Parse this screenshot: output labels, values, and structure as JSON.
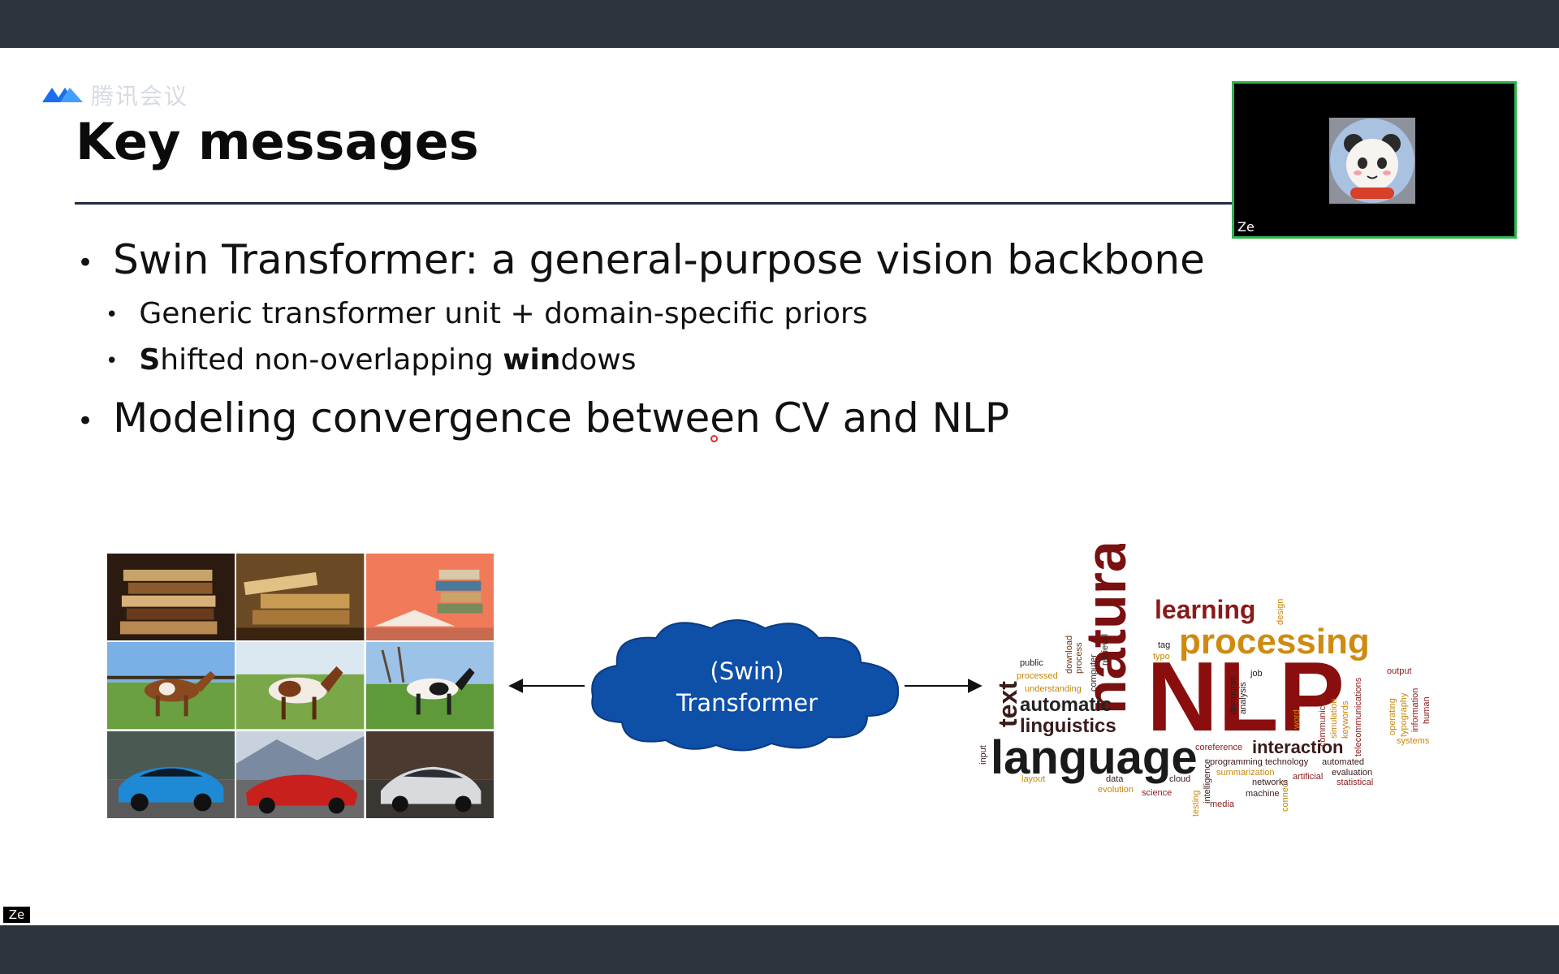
{
  "app": {
    "logo_text": "腾讯会议"
  },
  "slide": {
    "title": "Key messages",
    "bullets": [
      {
        "text": "Swin Transformer: a general-purpose vision backbone"
      },
      {
        "text": "Modeling convergence between CV and NLP"
      }
    ],
    "sub_bullets": [
      {
        "text": "Generic transformer unit + domain-specific priors"
      },
      {
        "s_bold": "S",
        "s_rest": "hifted non-overlapping ",
        "win_bold": "win",
        "tail": "dows"
      }
    ],
    "cloud_text_line1": "(Swin)",
    "cloud_text_line2": "Transformer",
    "word_cloud": {
      "big": [
        "natural",
        "NLP",
        "language",
        "processing",
        "learning",
        "text",
        "automatic",
        "linguistics",
        "interaction"
      ],
      "small": [
        "public",
        "processed",
        "understanding",
        "download",
        "process",
        "computer",
        "retrieval",
        "tag",
        "typo",
        "job",
        "discourse",
        "analysis",
        "word",
        "design",
        "output",
        "communicate",
        "simulation",
        "keywords",
        "telecommunications",
        "operating",
        "typography",
        "information",
        "human",
        "systems",
        "input",
        "layout",
        "data",
        "evolution",
        "cloud",
        "science",
        "testing",
        "intelligence",
        "media",
        "coreference",
        "programming",
        "technology",
        "automated",
        "evaluation",
        "summarization",
        "artificial",
        "statistical",
        "networks",
        "machine",
        "connect"
      ]
    }
  },
  "video_tile": {
    "name": "Ze"
  },
  "presenter_tag": "Ze",
  "colors": {
    "title_rule": "#1f2d40",
    "cloud_fill": "#0e4fa8",
    "video_border": "#2fb44a",
    "chrome": "#2d333a"
  }
}
